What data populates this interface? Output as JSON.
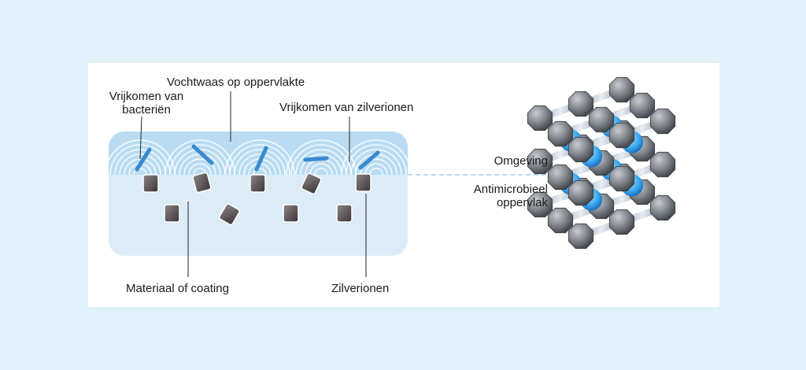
{
  "labels": {
    "moisture": "Vochtwaas op oppervlakte",
    "bacteria_release_line1": "Vrijkomen van",
    "bacteria_release_line2": "bacteriën",
    "silver_release": "Vrijkomen van zilverionen",
    "environment": "Omgeving",
    "surface_line1": "Antimicrobieel",
    "surface_line2": "oppervlak",
    "material": "Materiaal of coating",
    "silver_ions": "Zilverionen"
  },
  "colors": {
    "background": "#e0f1fa",
    "panel": "#ffffff",
    "moisture_layer": "#b9dcf2",
    "material_layer": "#dcecf7",
    "bacteria": "#3a8ad0",
    "ion": "#5a5356",
    "lattice_atom": "#8a8f96",
    "lattice_core": "#3aa8f0"
  }
}
